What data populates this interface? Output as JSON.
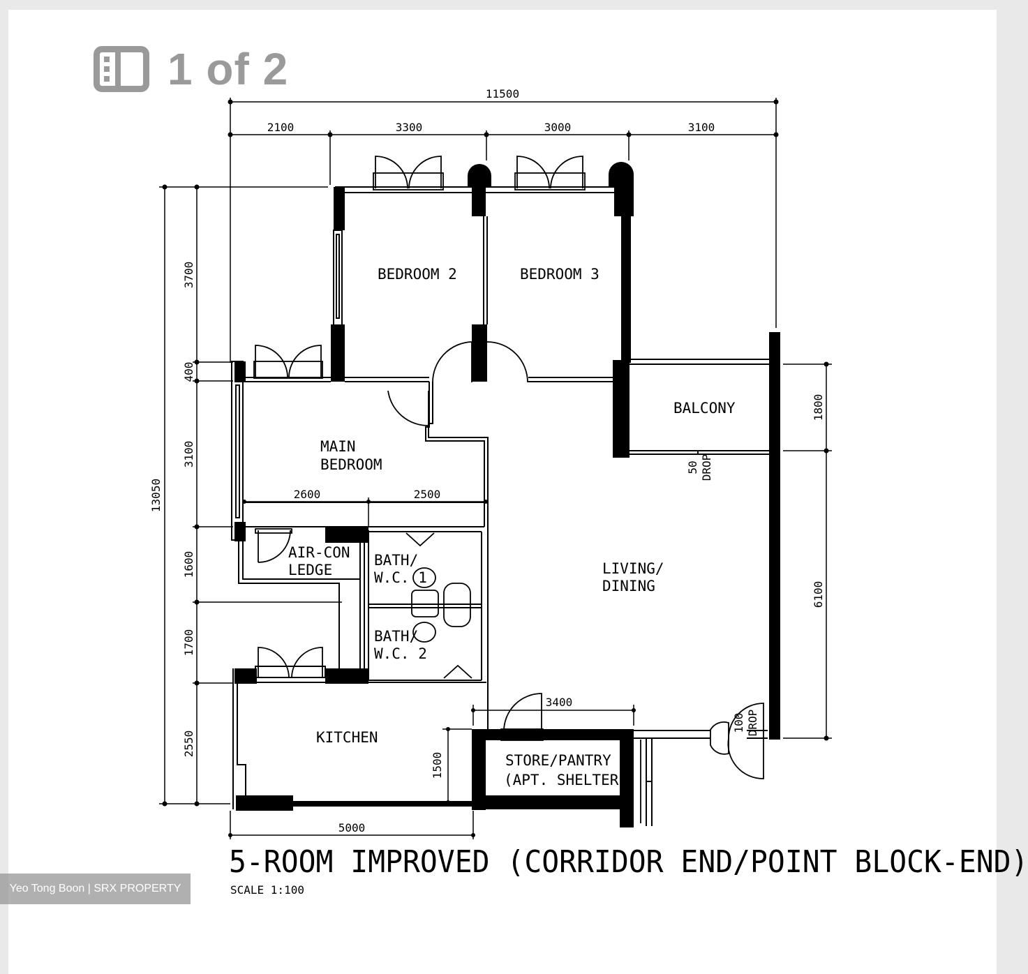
{
  "viewer": {
    "counter_text": "1 of 2",
    "counter_icon": "gallery-icon"
  },
  "plan": {
    "rooms": {
      "bedroom2": "BEDROOM 2",
      "bedroom3": "BEDROOM 3",
      "main_bedroom_line1": "MAIN",
      "main_bedroom_line2": "BEDROOM",
      "balcony": "BALCONY",
      "living_line1": "LIVING/",
      "living_line2": "DINING",
      "aircon_line1": "AIR-CON",
      "aircon_line2": "LEDGE",
      "bath1_line1": "BATH/",
      "bath1_line2": "W.C. 1",
      "bath2_line1": "BATH/",
      "bath2_line2": "W.C. 2",
      "kitchen": "KITCHEN",
      "store_line1": "STORE/PANTRY",
      "store_line2": "(APT. SHELTER)"
    },
    "dimensions": {
      "overall_width": "11500",
      "top_1": "2100",
      "top_2": "3300",
      "top_3": "3000",
      "top_4": "3100",
      "overall_height": "13050",
      "left_1": "3700",
      "left_2": "400",
      "left_3": "3100",
      "left_4": "1600",
      "left_5": "1700",
      "left_6": "2550",
      "right_1": "1800",
      "right_2": "6100",
      "inner_1": "2600",
      "inner_2": "2500",
      "store_width": "3400",
      "store_height": "1500",
      "bottom": "5000"
    },
    "notes": {
      "drop_balcony_value": "50",
      "drop_balcony_word": "DROP",
      "drop_entrance_value": "100",
      "drop_entrance_word": "DROP"
    },
    "title": "5-ROOM IMPROVED (CORRIDOR END/POINT BLOCK-END)",
    "scale": "SCALE  1:100"
  },
  "watermark": "Yeo Tong Boon | SRX PROPERTY"
}
